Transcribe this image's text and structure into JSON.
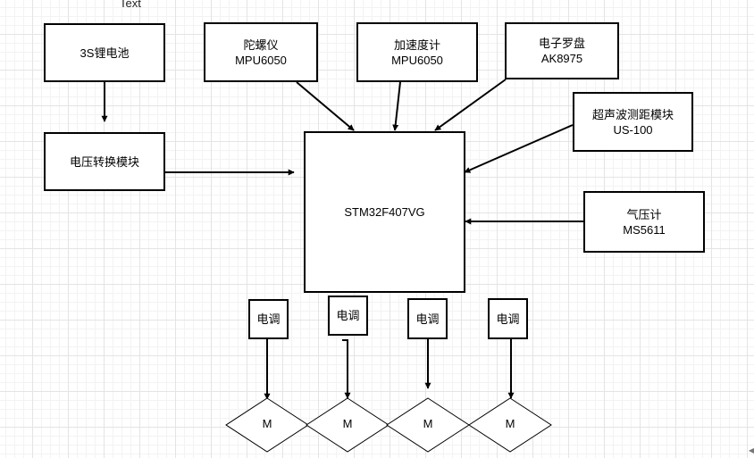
{
  "canvas": {
    "label": "Text"
  },
  "nodes": {
    "battery": {
      "line1": "3S锂电池"
    },
    "gyro": {
      "line1": "陀螺仪",
      "line2": "MPU6050"
    },
    "accel": {
      "line1": "加速度计",
      "line2": "MPU6050"
    },
    "compass": {
      "line1": "电子罗盘",
      "line2": "AK8975"
    },
    "ultrasonic": {
      "line1": "超声波测距模块",
      "line2": "US-100"
    },
    "voltage_converter": {
      "line1": "电压转换模块"
    },
    "mcu": {
      "line1": "STM32F407VG"
    },
    "barometer": {
      "line1": "气压计",
      "line2": "MS5611"
    }
  },
  "escs": [
    {
      "label": "电调"
    },
    {
      "label": "电调"
    },
    {
      "label": "电调"
    },
    {
      "label": "电调"
    }
  ],
  "motors": [
    {
      "label": "M"
    },
    {
      "label": "M"
    },
    {
      "label": "M"
    },
    {
      "label": "M"
    }
  ],
  "style": {
    "line_color": "#000000",
    "grid_color": "#e4e4e4",
    "background": "#ffffff"
  }
}
